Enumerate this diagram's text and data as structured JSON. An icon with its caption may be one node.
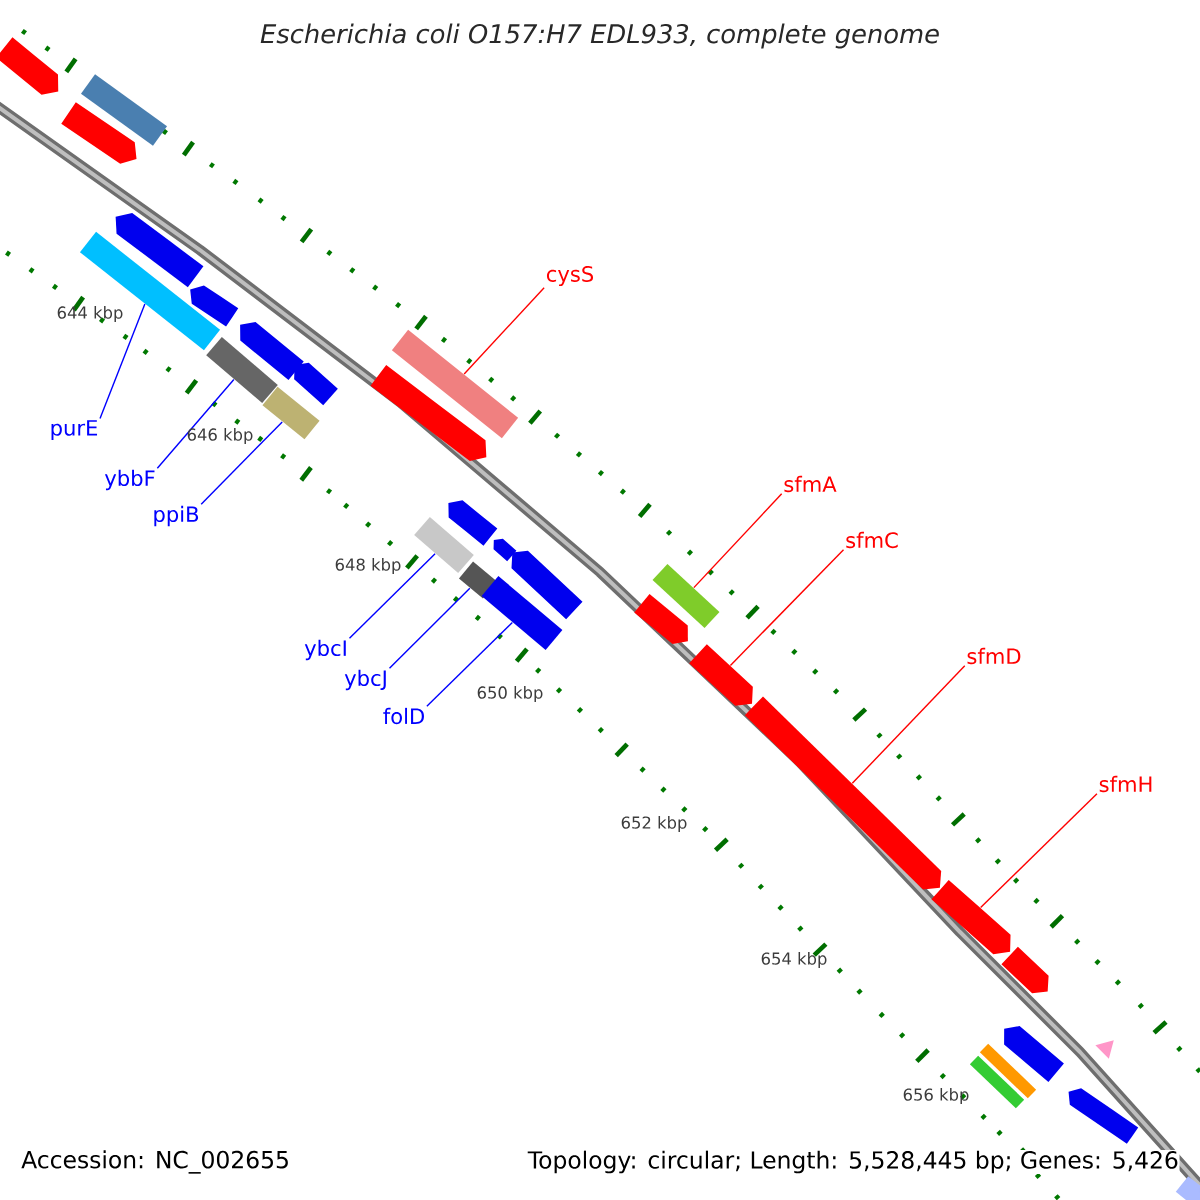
{
  "diagram": {
    "title": "Escherichia coli O157:H7 EDL933, complete genome",
    "nodes": [
      {
        "text": [
          "cysS"
        ]
      },
      {
        "text": [
          "sfmA"
        ]
      },
      {
        "text": [
          "sfmC"
        ]
      },
      {
        "text": [
          "sfmD"
        ]
      },
      {
        "text": [
          "sfmH"
        ]
      },
      {
        "text": [
          "purE"
        ]
      },
      {
        "text": [
          "ybbF"
        ]
      },
      {
        "text": [
          "ppiB"
        ]
      },
      {
        "text": [
          "ybcI"
        ]
      },
      {
        "text": [
          "ybcJ"
        ]
      },
      {
        "text": [
          "folD"
        ]
      },
      {
        "text": [],
        "shape": "bar"
      },
      {
        "text": [],
        "shape": "bar"
      },
      {
        "text": [],
        "shape": "arrow"
      },
      {
        "text": [],
        "shape": "arrow"
      },
      {
        "text": [],
        "shape": "arrow"
      },
      {
        "text": [],
        "shape": "bar"
      },
      {
        "text": [],
        "shape": "bar"
      },
      {
        "text": [],
        "shape": "bar"
      },
      {
        "text": [],
        "shape": "bar"
      },
      {
        "text": [],
        "shape": "bar"
      },
      {
        "text": [],
        "shape": "bar"
      },
      {
        "text": [],
        "shape": "arrow"
      },
      {
        "text": [],
        "shape": "arrow"
      },
      {
        "text": [],
        "shape": "bar"
      },
      {
        "text": [],
        "shape": "arrow"
      },
      {
        "text": [],
        "shape": "arrow"
      },
      {
        "text": [],
        "shape": "arrow"
      },
      {
        "text": [],
        "shape": "arrow"
      },
      {
        "text": [],
        "shape": "arrow"
      },
      {
        "text": [],
        "shape": "arrow"
      },
      {
        "text": [],
        "shape": "arrow"
      },
      {
        "text": [],
        "shape": "arrow"
      },
      {
        "text": [],
        "shape": "arrow"
      },
      {
        "text": [],
        "shape": "arrow"
      },
      {
        "text": [],
        "shape": "arrow"
      },
      {
        "text": [],
        "shape": "bar"
      },
      {
        "text": [],
        "shape": "bar"
      },
      {
        "text": [],
        "shape": "arrow"
      },
      {
        "text": [],
        "shape": "bar"
      },
      {
        "text": [],
        "shape": "triangle"
      }
    ],
    "edges": [
      {
        "from": 0,
        "to": 11,
        "arrow": "none",
        "color": "#ff0000"
      },
      {
        "from": 1,
        "to": 12,
        "arrow": "none",
        "color": "#ff0000"
      },
      {
        "from": 2,
        "to": 13,
        "arrow": "none",
        "color": "#ff0000"
      },
      {
        "from": 3,
        "to": 14,
        "arrow": "none",
        "color": "#ff0000"
      },
      {
        "from": 4,
        "to": 15,
        "arrow": "none",
        "color": "#ff0000"
      },
      {
        "from": 5,
        "to": 16,
        "arrow": "none"
      },
      {
        "from": 6,
        "to": 17,
        "arrow": "none"
      },
      {
        "from": 7,
        "to": 18,
        "arrow": "none"
      },
      {
        "from": 8,
        "to": 19,
        "arrow": "none"
      },
      {
        "from": 9,
        "to": 20,
        "arrow": "none"
      },
      {
        "from": 10,
        "to": 21,
        "arrow": "none"
      }
    ],
    "labels": [
      "644 kbp",
      "646 kbp",
      "648 kbp",
      "650 kbp",
      "652 kbp",
      "654 kbp",
      "656 kbp",
      "Accession: NC_002655",
      "Topology: circular; Length: 5,528,445 bp; Genes: 5,426"
    ]
  }
}
